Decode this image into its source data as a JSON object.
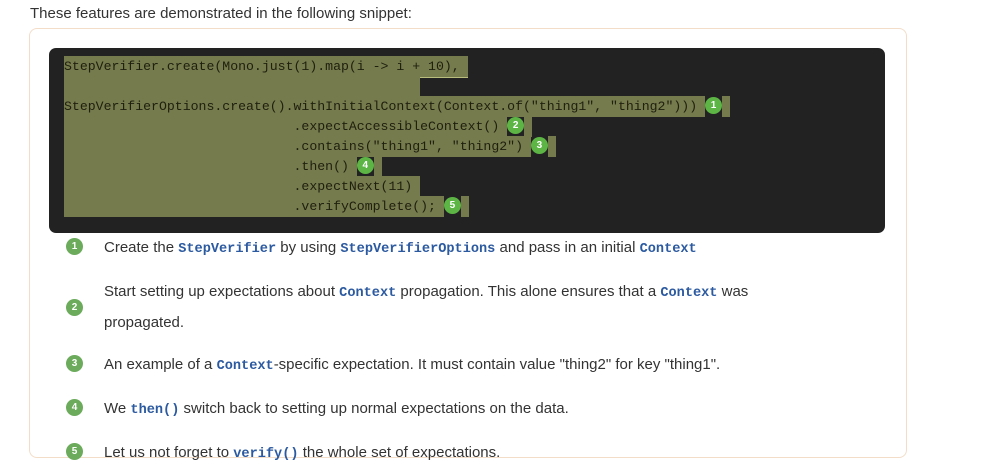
{
  "intro": "These features are demonstrated in the following snippet:",
  "code": {
    "language": "java",
    "lines": [
      {
        "text": "StepVerifier.create(Mono.just(1).map(i -> i + 10),",
        "indent": 0,
        "callout": null,
        "highlight": true,
        "sep_below": true
      },
      {
        "text": "",
        "indent": 0,
        "callout": null,
        "highlight": true,
        "width_ch": 45,
        "sep_below": false
      },
      {
        "text": "StepVerifierOptions.create().withInitialContext(Context.of(\"thing1\", \"thing2\")))",
        "indent": 0,
        "callout": "1",
        "highlight": true,
        "sep_below": false
      },
      {
        "text": ".expectAccessibleContext()",
        "indent": 29,
        "callout": "2",
        "highlight": true,
        "sep_below": false
      },
      {
        "text": ".contains(\"thing1\", \"thing2\")",
        "indent": 29,
        "callout": "3",
        "highlight": true,
        "sep_below": false
      },
      {
        "text": ".then()",
        "indent": 29,
        "callout": "4",
        "highlight": true,
        "sep_below": true
      },
      {
        "text": ".expectNext(11)",
        "indent": 29,
        "callout": null,
        "highlight": true,
        "sep_below": true
      },
      {
        "text": ".verifyComplete();",
        "indent": 29,
        "callout": "5",
        "highlight": true,
        "sep_below": false
      }
    ]
  },
  "colist": [
    {
      "number": "1",
      "parts": [
        {
          "t": "Create the ",
          "code": false
        },
        {
          "t": "StepVerifier",
          "code": true
        },
        {
          "t": " by using ",
          "code": false
        },
        {
          "t": "StepVerifierOptions",
          "code": true
        },
        {
          "t": " and pass in an initial ",
          "code": false
        },
        {
          "t": "Context",
          "code": true
        }
      ]
    },
    {
      "number": "2",
      "parts": [
        {
          "t": "Start setting up expectations about ",
          "code": false
        },
        {
          "t": "Context",
          "code": true
        },
        {
          "t": " propagation. This alone ensures that a ",
          "code": false
        },
        {
          "t": "Context",
          "code": true
        },
        {
          "t": " was propagated.",
          "code": false
        }
      ]
    },
    {
      "number": "3",
      "parts": [
        {
          "t": "An example of a ",
          "code": false
        },
        {
          "t": "Context",
          "code": true
        },
        {
          "t": "-specific expectation. It must contain value \"thing2\" for key \"thing1\".",
          "code": false
        }
      ]
    },
    {
      "number": "4",
      "parts": [
        {
          "t": "We ",
          "code": false
        },
        {
          "t": "then()",
          "code": true
        },
        {
          "t": " switch back to setting up normal expectations on the data.",
          "code": false
        }
      ]
    },
    {
      "number": "5",
      "parts": [
        {
          "t": "Let us not forget to ",
          "code": false
        },
        {
          "t": "verify()",
          "code": true
        },
        {
          "t": " the whole set of expectations.",
          "code": false
        }
      ]
    }
  ],
  "colors": {
    "code_background": "#222222",
    "highlight_background": "#767b4d",
    "callout_green": "#5cb544",
    "colist_badge_green": "#6bab5b",
    "inline_code_blue": "#2c5aa0",
    "container_border": "#f3ddc9",
    "body_text": "#333333"
  }
}
